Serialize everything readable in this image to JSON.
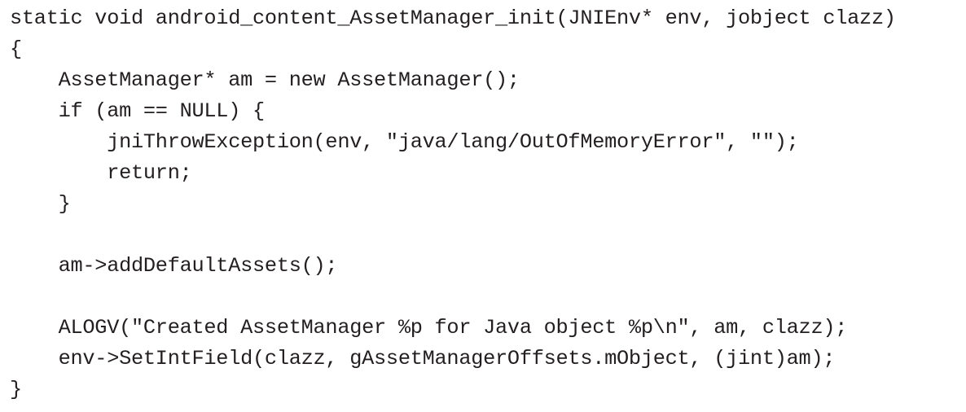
{
  "document": {
    "kind": "source-code-listing",
    "language": "C++",
    "background_color": "#ffffff",
    "text_color": "#231f20",
    "line_count": 13
  },
  "code": {
    "lines": [
      "static void android_content_AssetManager_init(JNIEnv* env, jobject clazz)",
      "{",
      "    AssetManager* am = new AssetManager();",
      "    if (am == NULL) {",
      "        jniThrowException(env, \"java/lang/OutOfMemoryError\", \"\");",
      "        return;",
      "    }",
      "",
      "    am->addDefaultAssets();",
      "",
      "    ALOGV(\"Created AssetManager %p for Java object %p\\n\", am, clazz);",
      "    env->SetIntField(clazz, gAssetManagerOffsets.mObject, (jint)am);",
      "}"
    ]
  }
}
